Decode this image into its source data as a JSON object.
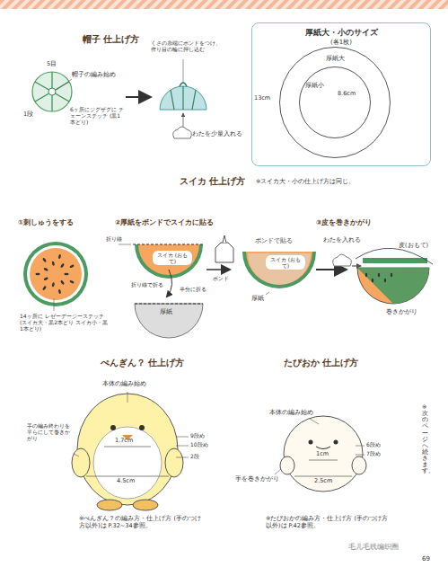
{
  "diagram": {
    "nodes": [
      {
        "text": [
          "厚紙大・小のサイズ",
          "(各1枚)"
        ]
      },
      {
        "text": [
          "厚紙大"
        ],
        "in": 0
      },
      {
        "text": [
          "厚紙小"
        ],
        "in": 1
      }
    ],
    "labels": [
      "帽子 仕上げ方",
      "5目",
      "帽子の編み始め",
      "1段",
      "6ヶ所にジグザグに チェーンステッチ (黒1本どり)",
      "くさの糸端にボンドをつけ、作り目の輪に押し込む",
      "わたを少量入れる",
      "13cm",
      "8.6cm",
      "スイカ 仕上げ方",
      "※スイカ大・小の仕上げ方は同じ。",
      "①刺しゅうをする",
      "14ヶ所に レゼーデージーステッチ (スイカ大・黒2本どり スイカ小・黒1本どり)",
      "②厚紙をボンドでスイカに貼る",
      "折り線",
      "スイカ (おもて)",
      "折り線で折る",
      "半分に折る",
      "厚紙",
      "ボンド",
      "ボンドで貼る",
      "スイカ (おもて)",
      "厚紙",
      "③皮を巻きかがり",
      "わたを入れる",
      "皮(おもて)",
      "巻きかがり",
      "ぺんぎん？ 仕上げ方",
      "本体の編み始め",
      "9段め",
      "10段め",
      "2段",
      "1.7cm",
      "4.5cm",
      "手の編み終わりを平らにして巻きかがり",
      "※ぺんぎん？の編み方・仕上げ方 (手のつけ方以外)は P.32~34参照。",
      "たぴおか 仕上げ方",
      "本体の編み始め",
      "6段め",
      "7段め",
      "1cm",
      "2.5cm",
      "手を巻きかがり",
      "※たぴおかの編み方・仕上げ方 (手のつけ方以外)は P.42参照。",
      "※次のページへ続きます。",
      "毛儿毛线编织圈",
      "69"
    ]
  }
}
